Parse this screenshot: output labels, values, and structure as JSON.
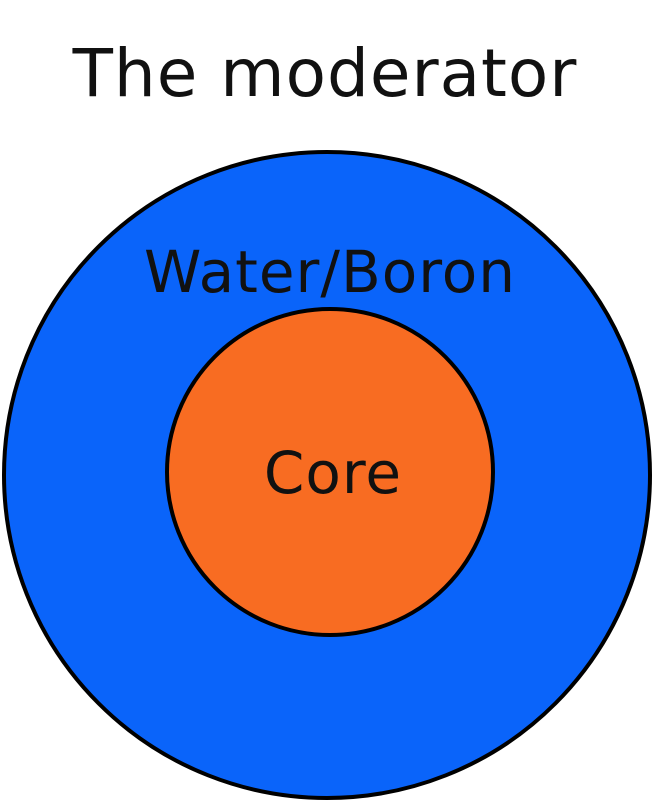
{
  "title": "The moderator",
  "outer_ring": {
    "label": "Water/Boron",
    "color": "#0A64FA"
  },
  "inner_core": {
    "label": "Core",
    "color": "#F86C22"
  },
  "outline_color": "#000000"
}
